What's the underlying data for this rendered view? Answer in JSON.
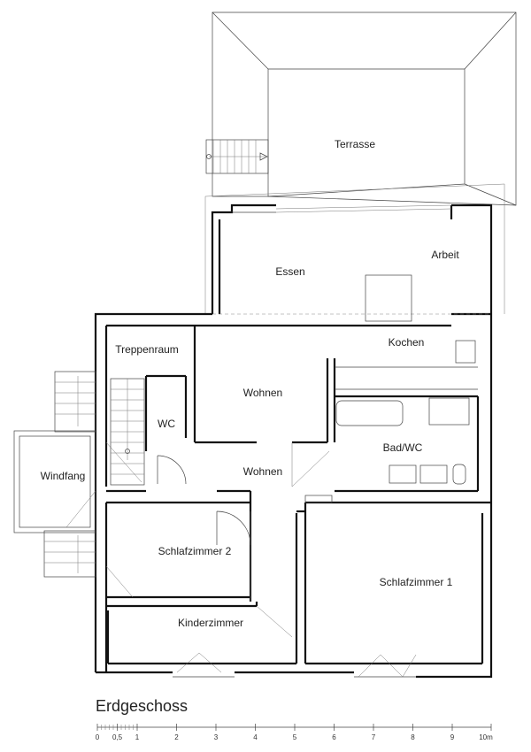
{
  "plan": {
    "title": "Erdgeschoss",
    "rooms": {
      "terrasse": "Terrasse",
      "essen": "Essen",
      "arbeit": "Arbeit",
      "kochen": "Kochen",
      "treppenraum": "Treppenraum",
      "wohnen_top": "Wohnen",
      "wc": "WC",
      "windfang": "Windfang",
      "wohnen_hall": "Wohnen",
      "bad_wc": "Bad/WC",
      "schlafzimmer2": "Schlafzimmer 2",
      "schlafzimmer1": "Schlafzimmer 1",
      "kinderzimmer": "Kinderzimmer"
    }
  },
  "scale_bar": {
    "ticks": [
      "0",
      "0,5",
      "1",
      "2",
      "3",
      "4",
      "5",
      "6",
      "7",
      "8",
      "9",
      "10m"
    ]
  }
}
